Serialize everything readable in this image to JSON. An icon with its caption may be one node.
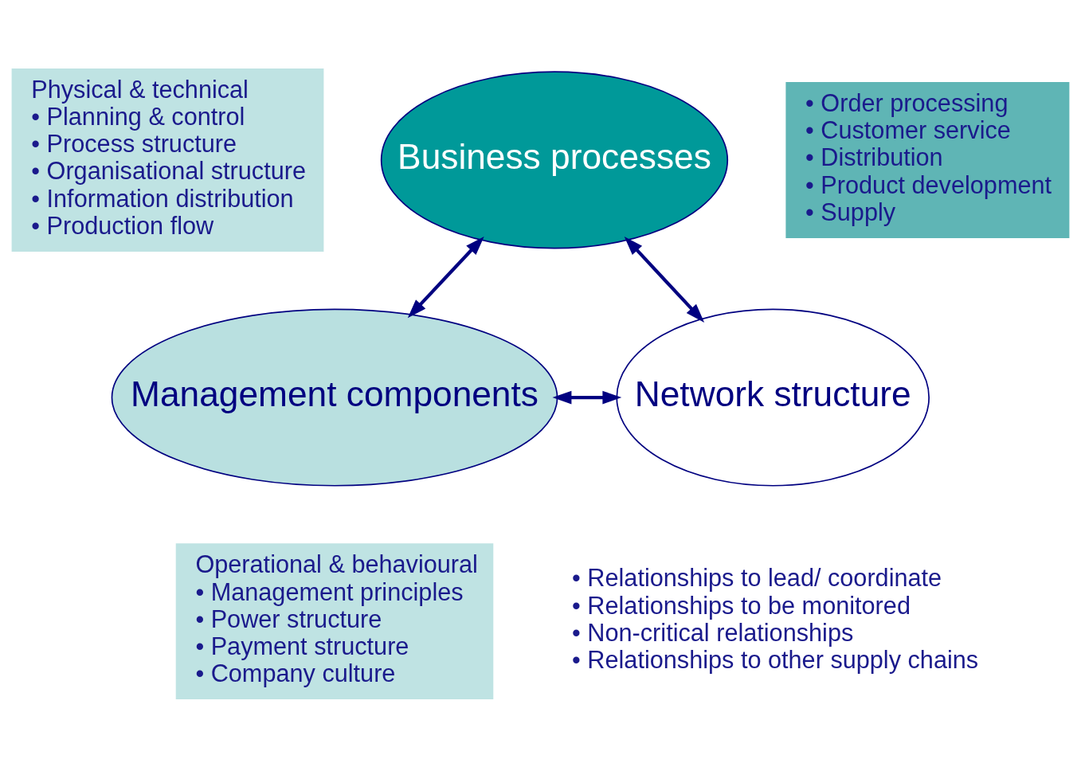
{
  "diagram": {
    "nodes": [
      {
        "text": [
          "Business processes"
        ]
      },
      {
        "text": [
          "Management components"
        ]
      },
      {
        "text": [
          "Network structure"
        ]
      },
      {
        "text": [
          "Physical & technical",
          "• Planning & control",
          "• Process structure",
          "• Organisational structure",
          "• Information distribution",
          "• Production flow"
        ]
      },
      {
        "text": [
          "• Order processing",
          "• Customer service",
          "• Distribution",
          "• Product development",
          "• Supply"
        ]
      },
      {
        "text": [
          "Operational & behavioural",
          "• Management principles",
          "• Power structure",
          "• Payment structure",
          "• Company culture"
        ]
      }
    ],
    "edges": [
      {
        "from": 0,
        "to": 1,
        "arrow": "both"
      },
      {
        "from": 0,
        "to": 2,
        "arrow": "both"
      },
      {
        "from": 1,
        "to": 2,
        "arrow": "both"
      }
    ],
    "labels": [
      "• Relationships to lead/ coordinate",
      "• Relationships to be monitored",
      "• Non-critical relationships",
      "• Relationships to other supply chains"
    ]
  }
}
